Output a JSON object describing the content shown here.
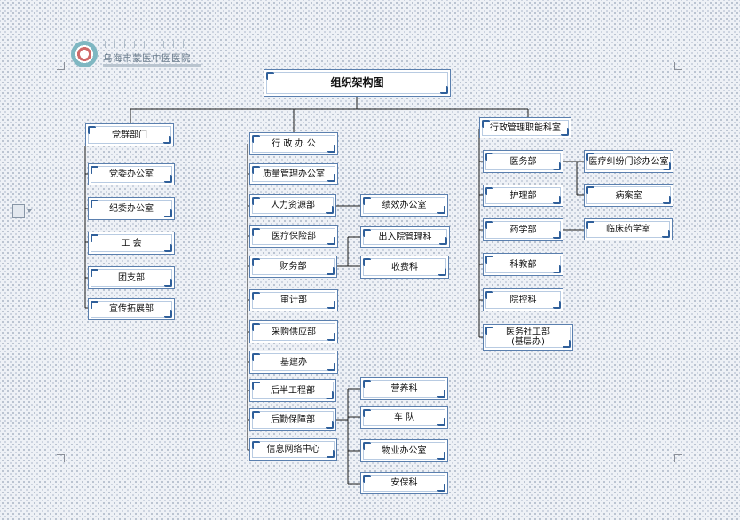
{
  "logo": {
    "name": "乌海市蒙医中医医院"
  },
  "chart": {
    "title": "组织架构图",
    "left_column": [
      "党群部门",
      "党委办公室",
      "纪委办公室",
      "工 会",
      "团支部",
      "宣传拓展部"
    ],
    "middle_column": [
      "行 政 办 公",
      "质量管理办公室",
      "人力资源部",
      "医疗保险部",
      "财务部",
      "审计部",
      "采购供应部",
      "基建办",
      "后半工程部",
      "后勤保障部",
      "信息网络中心"
    ],
    "middle_sub": [
      "绩效办公室",
      "出入院管理科",
      "收费科",
      "营养科",
      "车 队",
      "物业办公室",
      "安保科"
    ],
    "right_column": [
      "行政管理职能科室",
      "医务部",
      "护理部",
      "药学部",
      "科教部",
      "院控科",
      "医务社工部\n(基层办)"
    ],
    "right_sub": [
      "医疗纠纷门诊办公室",
      "病案室",
      "临床药学室"
    ]
  }
}
